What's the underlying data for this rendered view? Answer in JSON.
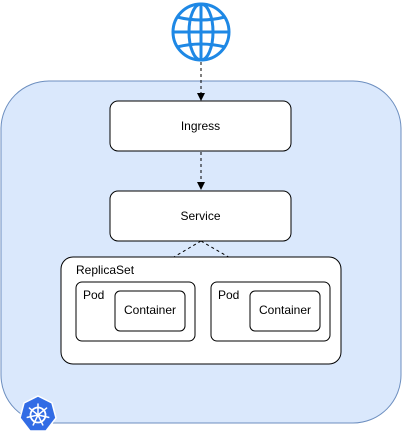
{
  "diagram": {
    "nodes": {
      "ingress": "Ingress",
      "service": "Service",
      "replicaset": "ReplicaSet",
      "pods": [
        {
          "label": "Pod",
          "container": "Container"
        },
        {
          "label": "Pod",
          "container": "Container"
        }
      ]
    },
    "icons": {
      "top": "globe-icon",
      "bottom_left": "kubernetes-logo-icon"
    },
    "colors": {
      "cluster_fill": "#dae8fc",
      "cluster_stroke": "#6c8ebf",
      "globe_color": "#1e88e5",
      "kubernetes_blue": "#326ce5",
      "box_fill": "#ffffff",
      "line": "#000000"
    }
  }
}
